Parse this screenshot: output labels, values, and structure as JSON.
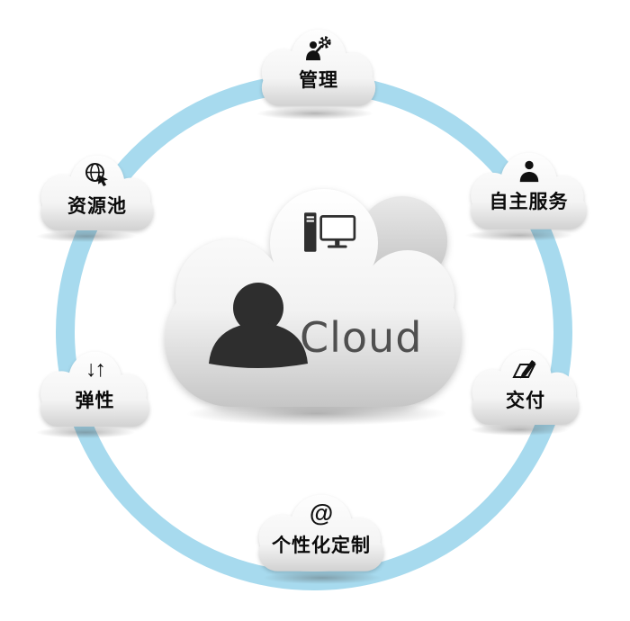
{
  "diagram": {
    "center": {
      "title": "Cloud",
      "icon": "desktop-computer-icon",
      "figure": "person-silhouette"
    },
    "nodes": {
      "top": {
        "label": "管理",
        "icon": "person-gear-icon"
      },
      "upper_left": {
        "label": "资源池",
        "icon": "globe-cursor-icon"
      },
      "upper_right": {
        "label": "自主服务",
        "icon": "person-icon"
      },
      "lower_left": {
        "label": "弹性",
        "icon": "up-down-arrows-icon",
        "glyph": "↓↑"
      },
      "lower_right": {
        "label": "交付",
        "icon": "pencil-paper-icon"
      },
      "bottom": {
        "label": "个性化定制",
        "icon": "at-sign-icon",
        "glyph": "@"
      }
    },
    "colors": {
      "ring_blue": "#a7daee",
      "cloud_gray": "#c6c6c6",
      "silhouette": "#2e2e2e"
    }
  }
}
